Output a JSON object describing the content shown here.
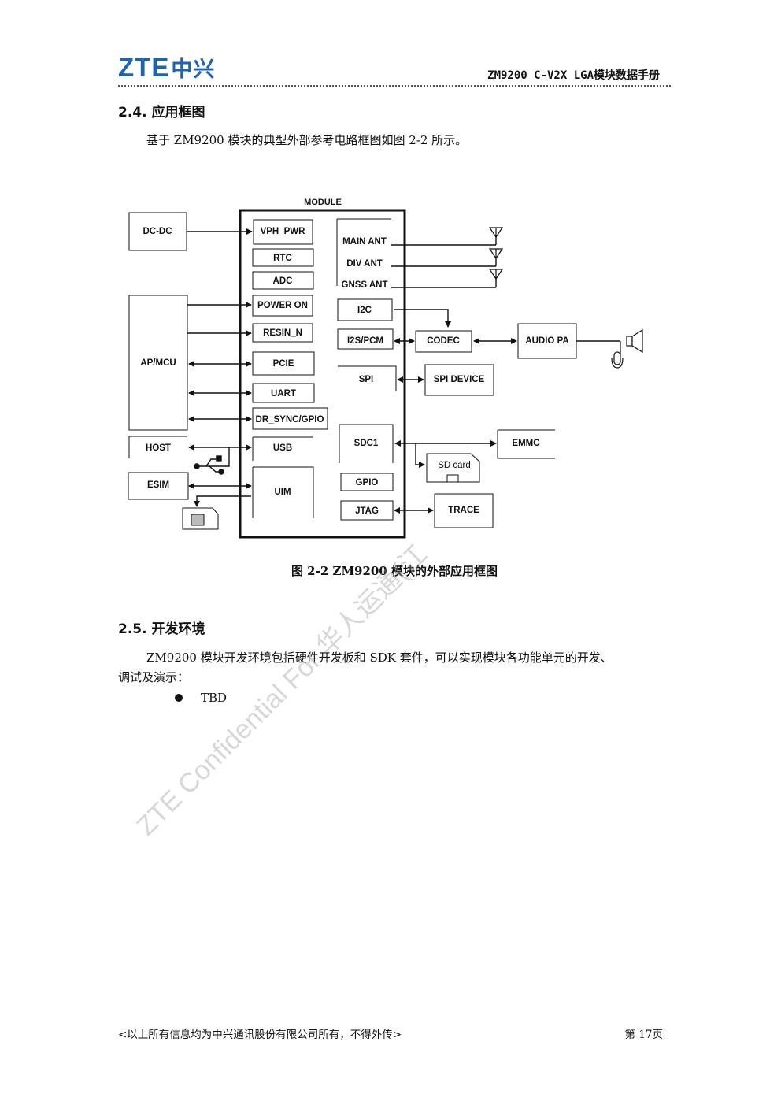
{
  "header": {
    "logo_text": "ZTE",
    "logo_cn": "中兴",
    "logo_color": "#1a63b8",
    "doc_title": "ZM9200 C-V2X LGA模块数据手册"
  },
  "section_2_4": {
    "heading": "2.4. 应用框图",
    "intro": "基于 ZM9200 模块的典型外部参考电路框图如图 2-2 所示。"
  },
  "diagram": {
    "module_label": "MODULE",
    "left_blocks": {
      "dcdc": "DC-DC",
      "apmcu": "AP/MCU",
      "host": "HOST",
      "esim": "ESIM"
    },
    "module_left_pins": {
      "vph_pwr": "VPH_PWR",
      "rtc": "RTC",
      "adc": "ADC",
      "power_on": "POWER ON",
      "resin_n": "RESIN_N",
      "pcie": "PCIE",
      "uart": "UART",
      "dr_sync_gpio": "DR_SYNC/GPIO",
      "usb": "USB",
      "uim": "UIM"
    },
    "module_right_pins": {
      "main_ant": "MAIN ANT",
      "div_ant": "DIV ANT",
      "gnss_ant": "GNSS ANT",
      "i2c": "I2C",
      "i2s_pcm": "I2S/PCM",
      "spi": "SPI",
      "sdc1": "SDC1",
      "gpio": "GPIO",
      "jtag": "JTAG"
    },
    "right_blocks": {
      "codec": "CODEC",
      "audio_pa": "AUDIO PA",
      "spi_device": "SPI DEVICE",
      "emmc": "EMMC",
      "sd_card": "SD card",
      "trace": "TRACE"
    }
  },
  "figure_caption": "图 2-2    ZM9200 模块的外部应用框图",
  "section_2_5": {
    "heading": "2.5. 开发环境",
    "para_line1": "ZM9200 模块开发环境包括硬件开发板和 SDK 套件，可以实现模块各功能单元的开发、",
    "para_line2": "调试及演示：",
    "bullet_items": [
      "TBD"
    ]
  },
  "watermark": "ZTE Confidential For 华人运通(江",
  "footer": {
    "notice": "<以上所有信息均为中兴通讯股份有限公司所有，不得外传>",
    "page": "第 17页"
  }
}
